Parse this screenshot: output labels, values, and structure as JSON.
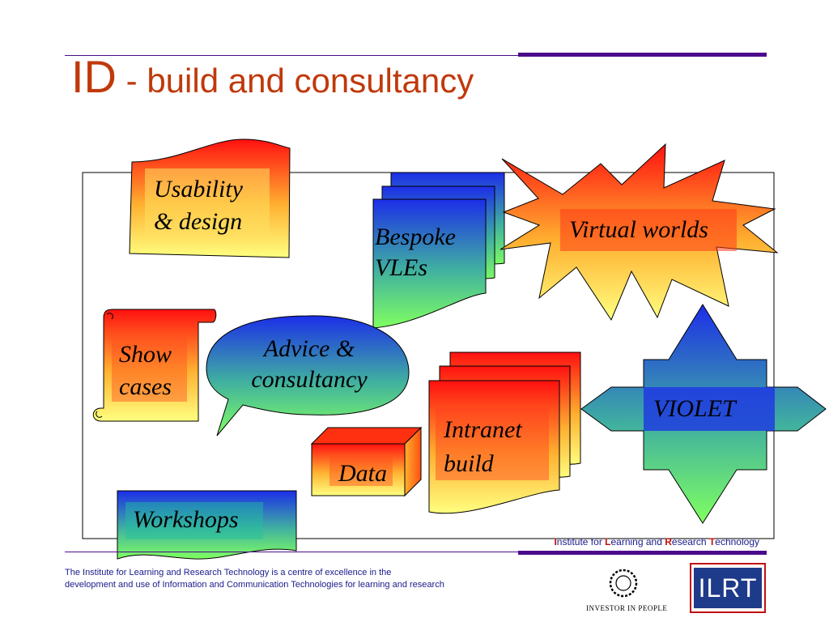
{
  "title": {
    "abbr": "ID",
    "rest": " - build and consultancy"
  },
  "diagram": {
    "usability": [
      "Usability",
      "& design"
    ],
    "bespoke": [
      "Bespoke",
      "VLEs"
    ],
    "virtual": "Virtual worlds",
    "show": [
      "Show",
      "cases"
    ],
    "advice": [
      "Advice &",
      "consultancy"
    ],
    "intranet": [
      "Intranet",
      "build"
    ],
    "data": "Data",
    "violet": "VIOLET",
    "workshops": "Workshops"
  },
  "footer": {
    "ilrt_name_parts": [
      "I",
      "nstitute for ",
      "L",
      "earning and ",
      "R",
      "esearch ",
      "T",
      "echnology"
    ],
    "description_line1": "The Institute for Learning and Research Technology is a centre of excellence in the",
    "description_line2": "development and use of Information and Communication Technologies for learning and research",
    "investor_label": "INVESTOR IN PEOPLE",
    "ilrt_logo_text": "ILRT"
  },
  "colors": {
    "title": "#c0390b",
    "rule": "#4b0c8c",
    "footer_text": "#1a1a8a"
  }
}
